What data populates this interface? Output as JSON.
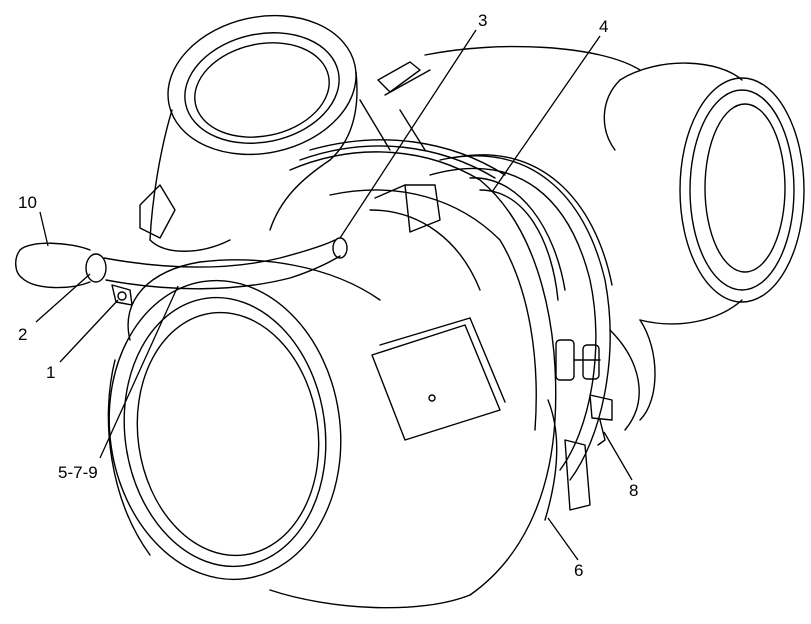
{
  "callouts": [
    {
      "id": "c1",
      "label": "1"
    },
    {
      "id": "c2",
      "label": "2"
    },
    {
      "id": "c3",
      "label": "3"
    },
    {
      "id": "c4",
      "label": "4"
    },
    {
      "id": "c5",
      "label": "5-7-9"
    },
    {
      "id": "c6",
      "label": "6"
    },
    {
      "id": "c8",
      "label": "8"
    },
    {
      "id": "c10",
      "label": "10"
    }
  ]
}
